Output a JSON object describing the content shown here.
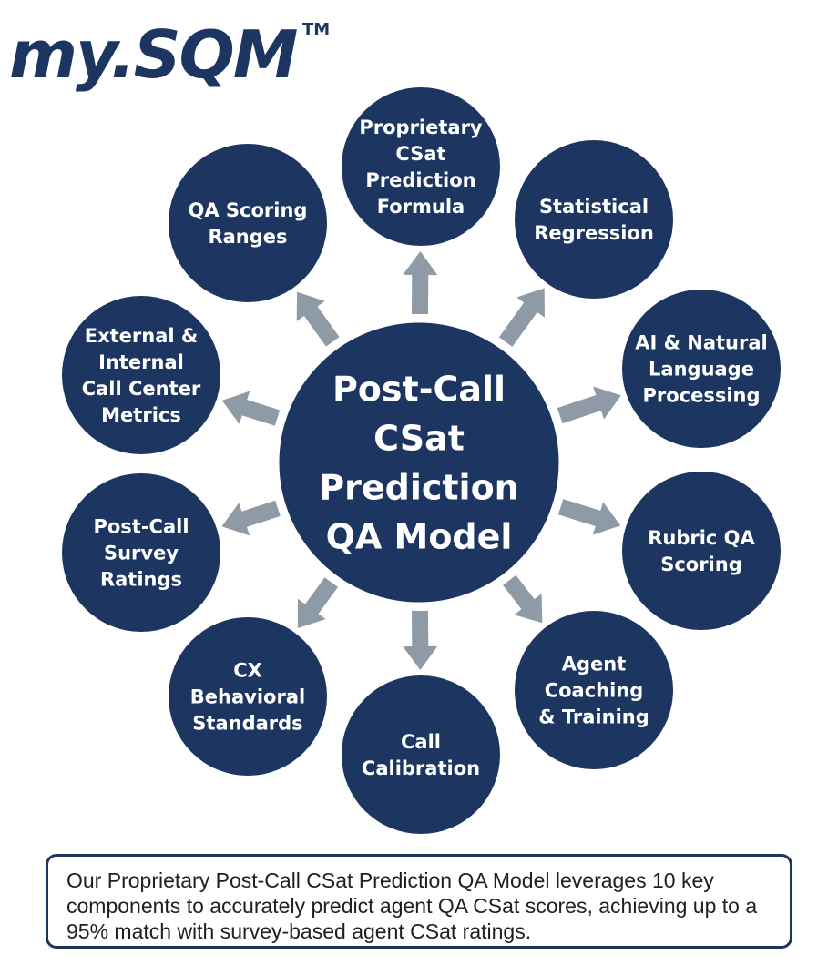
{
  "logo": {
    "text": "my.SQM",
    "trademark": "TM"
  },
  "center": {
    "lines": [
      "Post-Call",
      "CSat",
      "Prediction",
      "QA Model"
    ]
  },
  "nodes": [
    {
      "id": "proprietary-formula",
      "lines": [
        "Proprietary",
        "CSat",
        "Prediction",
        "Formula"
      ]
    },
    {
      "id": "statistical-regression",
      "lines": [
        "Statistical",
        "Regression"
      ]
    },
    {
      "id": "ai-nlp",
      "lines": [
        "AI & Natural",
        "Language",
        "Processing"
      ]
    },
    {
      "id": "rubric-qa-scoring",
      "lines": [
        "Rubric QA",
        "Scoring"
      ]
    },
    {
      "id": "agent-coaching",
      "lines": [
        "Agent",
        "Coaching",
        "& Training"
      ]
    },
    {
      "id": "call-calibration",
      "lines": [
        "Call",
        "Calibration"
      ]
    },
    {
      "id": "cx-behavioral",
      "lines": [
        "CX",
        "Behavioral",
        "Standards"
      ]
    },
    {
      "id": "post-call-survey",
      "lines": [
        "Post-Call",
        "Survey",
        "Ratings"
      ]
    },
    {
      "id": "call-center-metrics",
      "lines": [
        "External &",
        "Internal",
        "Call Center",
        "Metrics"
      ]
    },
    {
      "id": "qa-scoring-ranges",
      "lines": [
        "QA Scoring",
        "Ranges"
      ]
    }
  ],
  "summary": "Our Proprietary Post-Call CSat Prediction QA Model leverages 10 key components to accurately predict agent QA CSat scores, achieving up to a 95% match with survey-based agent CSat ratings.",
  "colors": {
    "navy": "#1c3561",
    "arrow": "#8e9aa6",
    "text_on_navy": "#ffffff"
  }
}
